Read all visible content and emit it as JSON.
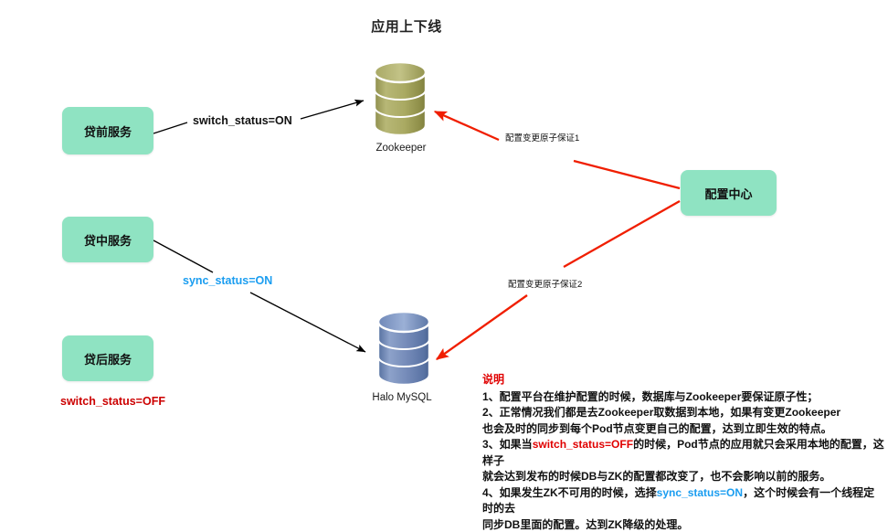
{
  "title": "应用上下线",
  "nodes": {
    "service_pre": {
      "label": "贷前服务"
    },
    "service_mid": {
      "label": "贷中服务"
    },
    "service_post": {
      "label": "贷后服务"
    },
    "config_center": {
      "label": "配置中心"
    },
    "zookeeper": {
      "label": "Zookeeper"
    },
    "mysql": {
      "label": "Halo MySQL"
    }
  },
  "edge_labels": {
    "switch_on": "switch_status=ON",
    "sync_on": "sync_status=ON",
    "switch_off": "switch_status=OFF",
    "atomic1": "配置变更原子保证1",
    "atomic2": "配置变更原子保证2"
  },
  "notes": {
    "title": "说明",
    "line1": "1、配置平台在维护配置的时候，数据库与Zookeeper要保证原子性；",
    "line2": "2、正常情况我们都是去Zookeeper取数据到本地，如果有变更Zookeeper",
    "line2b": "也会及时的同步到每个Pod节点变更自己的配置，达到立即生效的特点。",
    "line3_a": "3、如果当",
    "line3_kw": "switch_status=OFF",
    "line3_b": "的时候，Pod节点的应用就只会采用本地的配置，这样子",
    "line3c": "就会达到发布的时候DB与ZK的配置都改变了，也不会影响以前的服务。",
    "line4_a": "4、如果发生ZK不可用的时候，选择",
    "line4_kw": "sync_status=ON",
    "line4_b": "，这个时候会有一个线程定时的去",
    "line4c": "同步DB里面的配置。达到ZK降级的处理。"
  },
  "colors": {
    "node_green": "#8fe3c2",
    "zookeeper_cylinder": "#a8a862",
    "mysql_cylinder": "#6b86bf",
    "red_arrow": "#f01e00",
    "black_arrow": "#000000",
    "blue_text": "#1a9df0",
    "red_text": "#cc0000"
  }
}
